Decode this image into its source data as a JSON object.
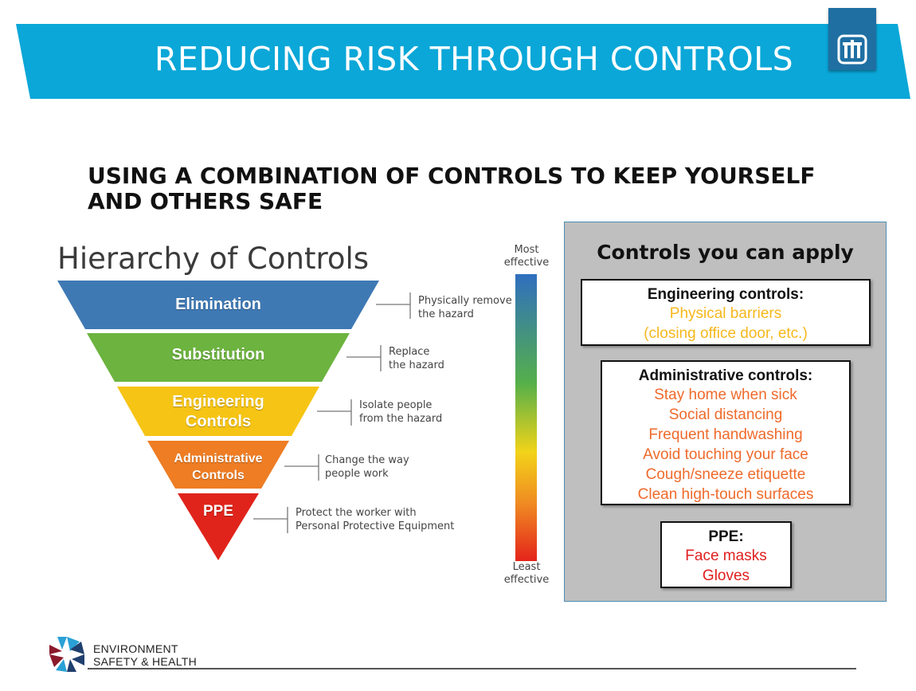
{
  "header": {
    "title": "REDUCING RISK THROUGH CONTROLS",
    "banner_color": "#0aa7d8",
    "logo_icon": "sandia-thunderbird-icon"
  },
  "subtitle": {
    "line1": "USING A COMBINATION OF CONTROLS TO KEEP YOURSELF",
    "line2": "AND OTHERS SAFE"
  },
  "hierarchy": {
    "title": "Hierarchy of Controls",
    "tiers": [
      {
        "label": "Elimination",
        "color": "#3f79b4",
        "desc": [
          "Physically remove",
          "the hazard"
        ]
      },
      {
        "label": "Substitution",
        "color": "#6cb33f",
        "desc": [
          "Replace",
          "the hazard"
        ]
      },
      {
        "label_lines": [
          "Engineering",
          "Controls"
        ],
        "color": "#f6c414",
        "desc": [
          "Isolate people",
          "from the hazard"
        ]
      },
      {
        "label_lines": [
          "Administrative",
          "Controls"
        ],
        "color": "#ee7d24",
        "desc": [
          "Change the way",
          "people work"
        ]
      },
      {
        "label": "PPE",
        "color": "#e0241b",
        "desc": [
          "Protect the worker with",
          "Personal Protective Equipment"
        ]
      }
    ],
    "scale": {
      "top_lines": [
        "Most",
        "effective"
      ],
      "bottom_lines": [
        "Least",
        "effective"
      ]
    }
  },
  "controls_panel": {
    "title": "Controls you can apply",
    "engineering": {
      "heading": "Engineering controls:",
      "items": [
        "Physical barriers",
        "(closing office door, etc.)"
      ],
      "color": "#f6b81c"
    },
    "administrative": {
      "heading": "Administrative controls:",
      "items": [
        "Stay home when sick",
        "Social distancing",
        "Frequent handwashing",
        "Avoid touching your face",
        "Cough/sneeze etiquette",
        "Clean high-touch surfaces"
      ],
      "color": "#ef6a2b"
    },
    "ppe": {
      "heading": "PPE:",
      "items": [
        "Face masks",
        "Gloves"
      ],
      "color": "#e01e1e"
    }
  },
  "footer": {
    "line1": "ENVIRONMENT",
    "line2": "SAFETY & HEALTH",
    "logo_icon": "esh-pinwheel-icon"
  }
}
